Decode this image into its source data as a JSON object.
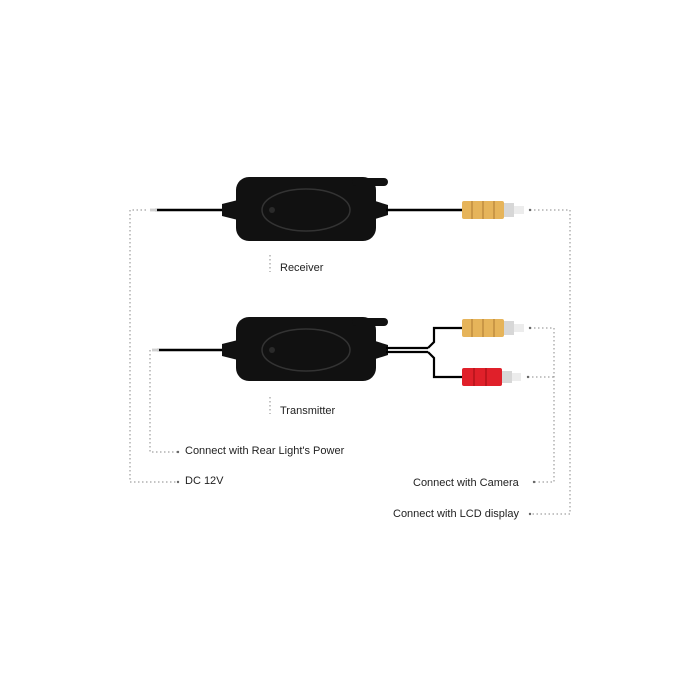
{
  "labels": {
    "receiver": "Receiver",
    "transmitter": "Transmitter",
    "rear_light": "Connect with Rear Light's Power",
    "dc": "DC 12V",
    "camera": "Connect with Camera",
    "lcd": "Connect with LCD display"
  },
  "colors": {
    "device_body": "#111111",
    "cable": "#000000",
    "connector_yellow": "#e6b45a",
    "connector_red": "#e0202a",
    "leader_line": "#8a8a8a",
    "label_text": "#222222"
  }
}
